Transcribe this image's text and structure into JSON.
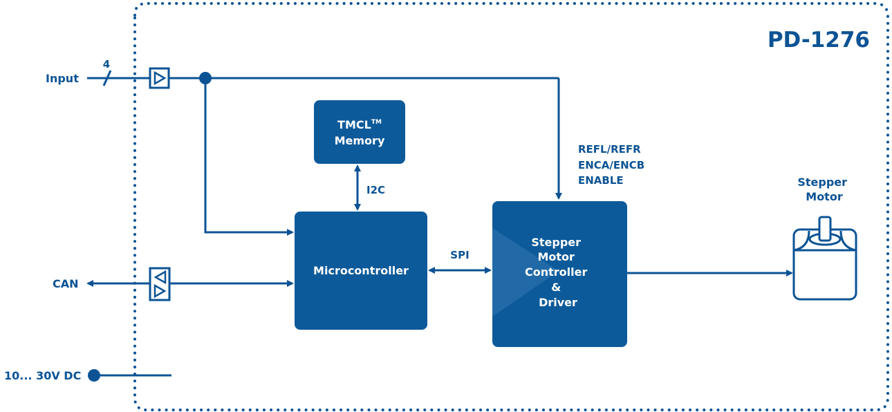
{
  "colors": {
    "primary": "#0b5394",
    "block": "#0d5a9a",
    "text_on_block": "#ffffff"
  },
  "diagram": {
    "board_name": "PD-1276",
    "signals": {
      "input_label": "Input",
      "input_bus_width": "4",
      "can_label": "CAN",
      "power_label": "10... 30V DC",
      "i2c_label": "I2C",
      "spi_label": "SPI",
      "driver_signals": [
        "REFL/REFR",
        "ENCA/ENCB",
        "ENABLE"
      ]
    },
    "blocks": {
      "memory": {
        "line1": "TMCL",
        "trademark": "TM",
        "line2": "Memory"
      },
      "microcontroller": {
        "label": "Microcontroller"
      },
      "driver": {
        "lines": [
          "Stepper",
          "Motor",
          "Controller",
          "&",
          "Driver"
        ]
      }
    },
    "motor": {
      "lines": [
        "Stepper",
        "Motor"
      ]
    },
    "icons": [
      "buffer-icon",
      "transceiver-icon",
      "stepper-motor-icon",
      "junction-dot-icon"
    ]
  }
}
